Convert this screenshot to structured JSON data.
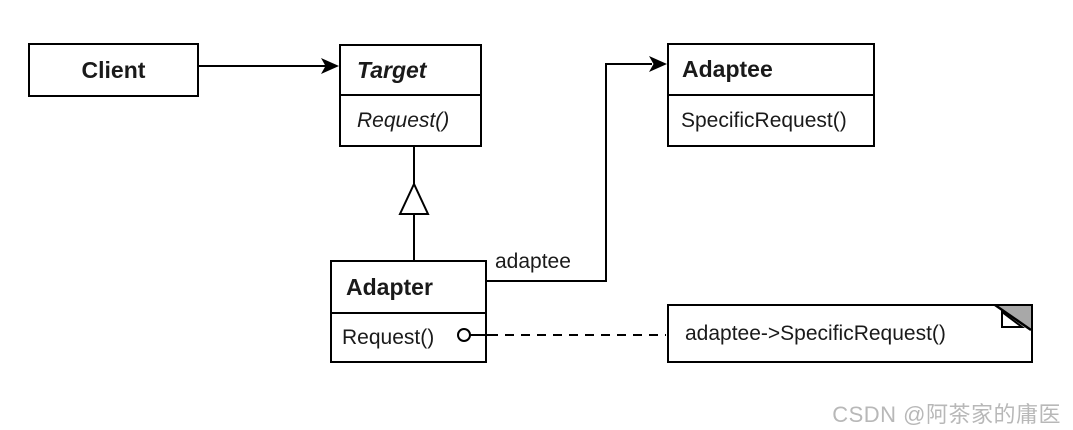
{
  "diagram": {
    "kind": "uml-class-diagram",
    "pattern": "Adapter (object adapter)",
    "classes": {
      "client": {
        "name": "Client"
      },
      "target": {
        "name": "Target",
        "method": "Request()"
      },
      "adaptee": {
        "name": "Adaptee",
        "method": "SpecificRequest()"
      },
      "adapter": {
        "name": "Adapter",
        "method": "Request()"
      }
    },
    "edges": {
      "client_to_target": "Client → Target (association arrow)",
      "adapter_to_target": "Adapter —▷ Target (inheritance, hollow triangle)",
      "adapter_to_adaptee": "Adapter → Adaptee (association arrow, labeled)",
      "adaptee_label": "adaptee",
      "request_to_note": "Adapter.Request() ○--- note (dashed dependency)"
    },
    "note": {
      "text": "adaptee->SpecificRequest()"
    }
  },
  "watermark": {
    "text": "CSDN @阿茶家的庸医"
  },
  "colors": {
    "line": "#000000",
    "box_fill": "#ffffff",
    "note_fold_gray": "#a8a8a8",
    "watermark_gray": "#b8b8b8",
    "background": "#ffffff"
  }
}
